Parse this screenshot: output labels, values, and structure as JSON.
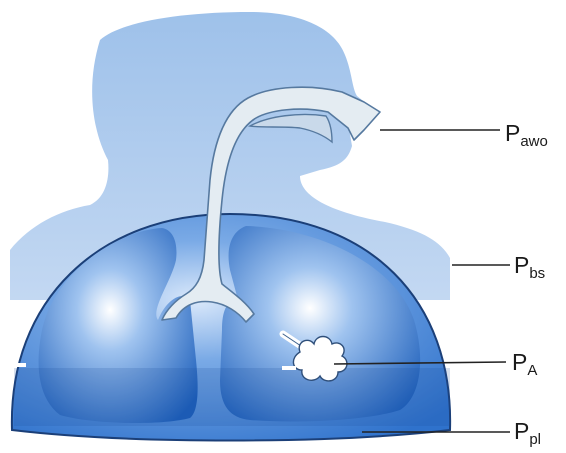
{
  "labels": [
    {
      "symbol": "P",
      "subscript": "awo"
    },
    {
      "symbol": "P",
      "subscript": "bs"
    },
    {
      "symbol": "P",
      "subscript": "A"
    },
    {
      "symbol": "P",
      "subscript": "pl"
    }
  ],
  "colors": {
    "head_silhouette": "#a9c8ec",
    "thorax_fill": "#3d7fd3",
    "thorax_outline": "#1b3f78",
    "lung_fill": "#1e63c0",
    "airway_fill": "#e4ecf2",
    "airway_outline": "#56799f",
    "leader_line": "#222222"
  }
}
